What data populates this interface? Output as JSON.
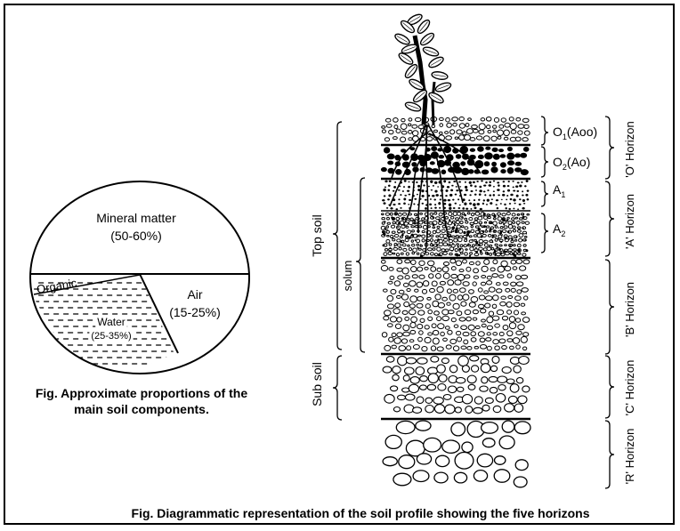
{
  "pie_figure": {
    "caption_line1": "Fig. Approximate proportions of the",
    "caption_line2": "main soil components.",
    "segments": {
      "mineral": {
        "label": "Mineral matter",
        "range": "(50-60%)"
      },
      "organic": {
        "label": "Organic"
      },
      "water": {
        "label": "Water",
        "range": "(25-35%)"
      },
      "air": {
        "label": "Air",
        "range": "(15-25%)"
      }
    }
  },
  "profile_figure": {
    "caption": "Fig. Diagrammatic representation of the soil profile showing the five horizons",
    "sublayers": {
      "o1": {
        "base": "O",
        "sub": "1",
        "suffix": "(Aoo)"
      },
      "o2": {
        "base": "O",
        "sub": "2",
        "suffix": "(Ao)"
      },
      "a1": {
        "base": "A",
        "sub": "1"
      },
      "a2": {
        "base": "A",
        "sub": "2"
      }
    },
    "horizons": {
      "o": "'O' Horizon",
      "a": "'A' Horizon",
      "b": "'B' Horizon",
      "c": "'C' Horizon",
      "r": "'R' Horizon"
    },
    "groups": {
      "top_soil": "Top soil",
      "solum": "solum",
      "sub_soil": "Sub soil"
    }
  }
}
